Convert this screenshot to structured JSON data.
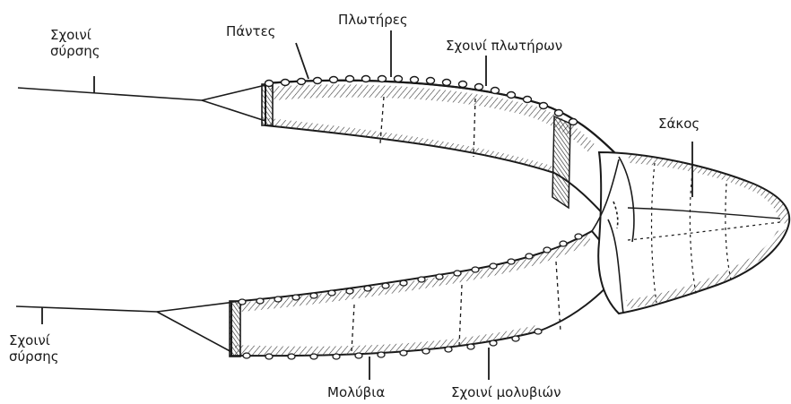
{
  "labels": {
    "tow_rope_top": [
      "Σχοινί",
      "σύρσης"
    ],
    "wings": "Πάντες",
    "floats": "Πλωτήρες",
    "float_rope": "Σχοινί πλωτήρων",
    "bag": "Σάκος",
    "tow_rope_bottom": [
      "Σχοινί",
      "σύρσης"
    ],
    "weights": "Μολύβια",
    "weight_rope": "Σχοινί μολυβιών"
  },
  "colors": {
    "ink": "#1a1a1a",
    "hatch": "#3a3a3a",
    "background": "#ffffff"
  }
}
